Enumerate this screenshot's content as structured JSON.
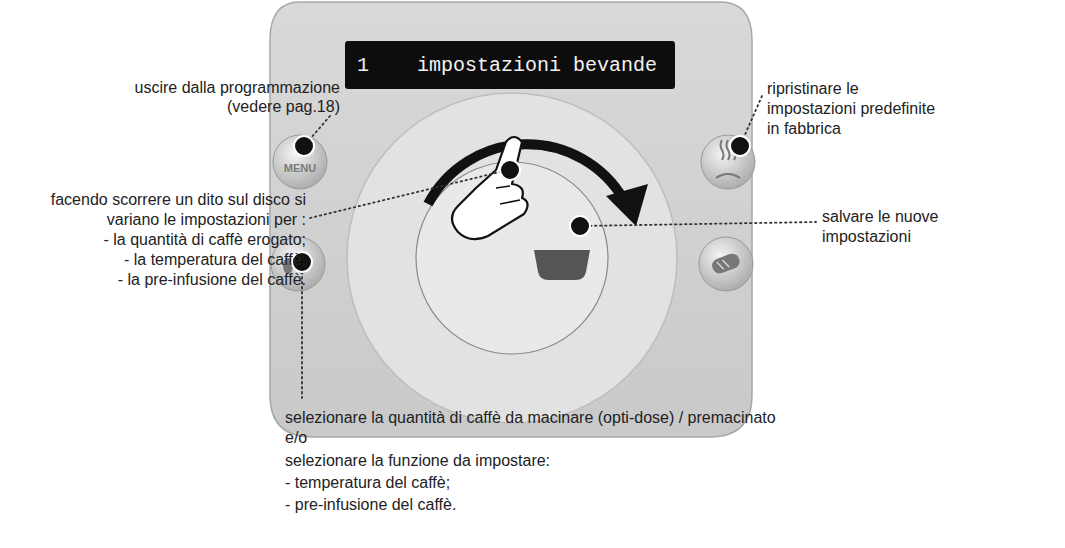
{
  "diagram": {
    "nodes": [
      {
        "text": [
          "1",
          "impostazioni bevande"
        ]
      },
      {
        "text": [
          "MENU"
        ]
      }
    ],
    "labels": [
      "uscire dalla programmazione",
      "(vedere pag.18)",
      "facendo scorrere un dito sul disco si",
      "variano le impostazioni per :",
      "- la quantità di caffè erogato;",
      "- la temperatura del caffè;",
      "- la pre-infusione del caffè.",
      "ripristinare le",
      "impostazioni predefinite",
      "in fabbrica",
      "salvare le nuove",
      "impostazioni",
      "selezionare la quantità di caffè da macinare (opti-dose)  / premacinato",
      "e/o",
      "selezionare la funzione da impostare:",
      "- temperatura del caffè;",
      "- pre-infusione del caffè."
    ]
  }
}
